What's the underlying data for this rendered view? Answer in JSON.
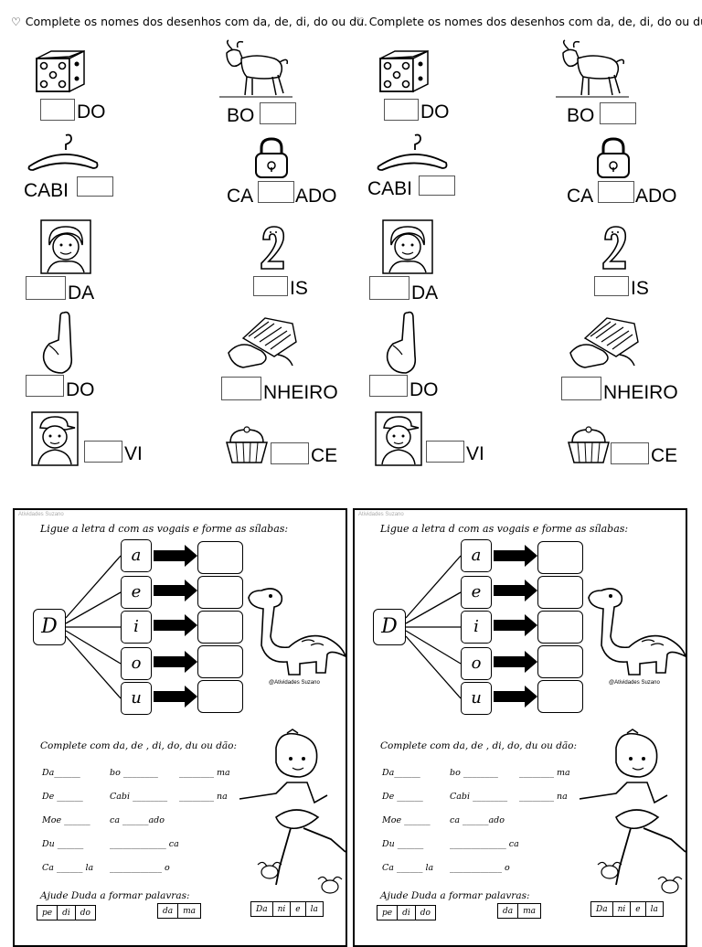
{
  "instruction": "Complete os nomes dos desenhos com da, de, di, do ou du.",
  "heart_icon": "♡",
  "words": [
    {
      "picture": "dice-picture",
      "prefix": "",
      "suffix": "DO"
    },
    {
      "picture": "goat-picture",
      "prefix": "BO",
      "suffix": ""
    },
    {
      "picture": "hanger-picture",
      "prefix": "CABI",
      "suffix": ""
    },
    {
      "picture": "padlock-picture",
      "prefix": "CA",
      "suffix": "ADO"
    },
    {
      "picture": "lady-picture",
      "prefix": "",
      "suffix": "DA"
    },
    {
      "picture": "number-two-picture",
      "prefix": "",
      "suffix": "IS"
    },
    {
      "picture": "finger-picture",
      "prefix": "",
      "suffix": "DO"
    },
    {
      "picture": "money-picture",
      "prefix": "",
      "suffix": "NHEIRO"
    },
    {
      "picture": "boy-picture",
      "prefix": "",
      "suffix": "VI"
    },
    {
      "picture": "cupcake-picture",
      "prefix": "",
      "suffix": "CE"
    }
  ],
  "worksheet": {
    "watermark": "Atividades Suzano",
    "title": "Ligue a letra d com as vogais e forme as sílabas:",
    "letter": "D",
    "vowels": [
      "a",
      "e",
      "i",
      "o",
      "u"
    ],
    "dino_caption": "@Atividades Suzano",
    "complete_title": "Complete com da, de , di, do, du ou dão:",
    "rows": [
      [
        "Da______",
        "bo ________",
        "________ ma"
      ],
      [
        "De ______",
        "Cabi ________",
        "________ na"
      ],
      [
        "Moe ______",
        "ca ______ado",
        ""
      ],
      [
        "Du ______",
        "_____________ ca",
        ""
      ],
      [
        "Ca ______ la",
        "____________ o",
        ""
      ]
    ],
    "help_title": "Ajude Duda a formar palavras:",
    "table1": [
      "pe",
      "di",
      "do"
    ],
    "table2": [
      "da",
      "ma"
    ],
    "table3": [
      "Da",
      "ni",
      "e",
      "la"
    ]
  }
}
